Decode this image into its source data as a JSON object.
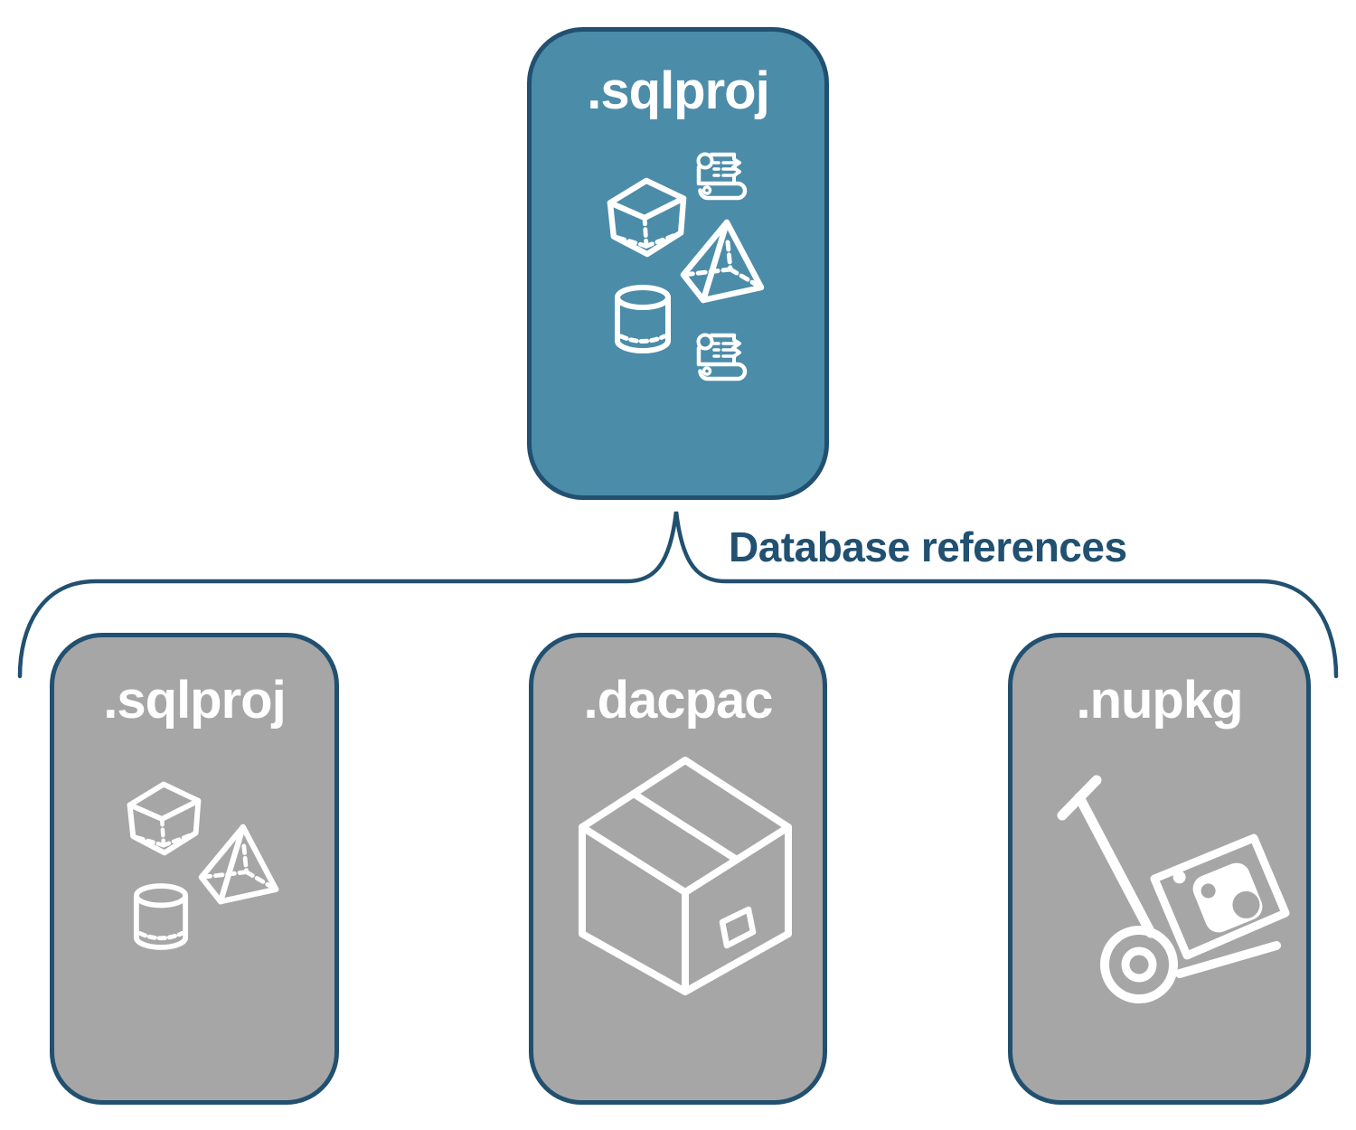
{
  "diagram": {
    "root_node": {
      "label": ".sqlproj",
      "kind": "sql-project",
      "icons": [
        "scroll-icon",
        "cube-icon",
        "pyramid-icon",
        "cylinder-icon",
        "scroll-icon"
      ]
    },
    "connector": {
      "label": "Database references",
      "shape": "curly-brace"
    },
    "children": [
      {
        "label": ".sqlproj",
        "kind": "sql-project-reference",
        "icons": [
          "cube-icon",
          "pyramid-icon",
          "cylinder-icon"
        ]
      },
      {
        "label": ".dacpac",
        "kind": "dacpac-reference",
        "icons": [
          "package-box-icon"
        ]
      },
      {
        "label": ".nupkg",
        "kind": "nuget-package-reference",
        "icons": [
          "nuget-hand-truck-icon"
        ]
      }
    ],
    "colors": {
      "background": "#FFFFFF",
      "root_fill": "#4B8CA9",
      "child_fill": "#A6A6A6",
      "node_border": "#215070",
      "node_label_text": "#FFFFFF",
      "connector_stroke": "#215070",
      "connector_text": "#215070",
      "icon_stroke": "#FFFFFF"
    }
  }
}
